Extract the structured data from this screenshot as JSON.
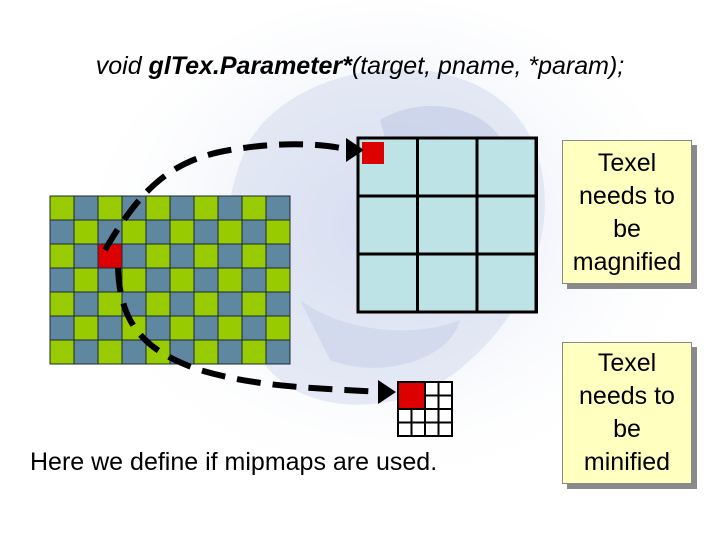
{
  "title": {
    "prefix": "void ",
    "function": "glTex.Parameter*",
    "args": "(target, pname, *param);"
  },
  "caption": "Here we define if mipmaps are used.",
  "notes": {
    "magnified": [
      "Texel",
      "needs to",
      "be",
      "magnified"
    ],
    "minified": [
      "Texel",
      "needs to",
      "be",
      "minified"
    ]
  },
  "colors": {
    "checker_green": "#99cc00",
    "checker_blue": "#5f87a0",
    "texel_red": "#dd0000",
    "magnified_fill": "#bde3e6",
    "note_fill": "#ffffc0"
  }
}
